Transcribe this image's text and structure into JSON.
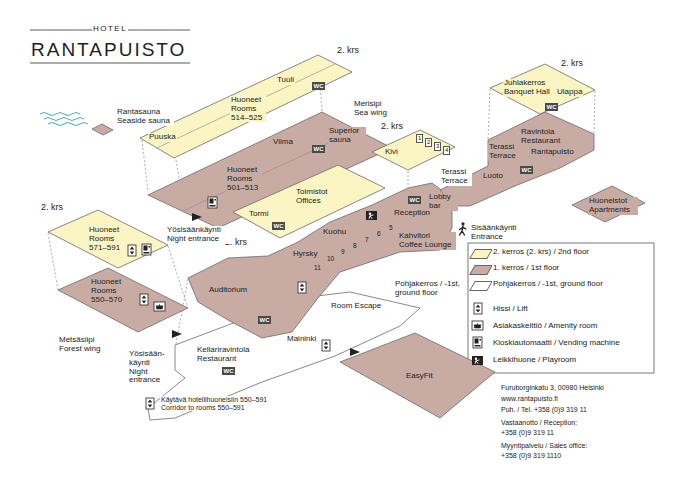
{
  "diagram": {
    "title": "RANTAPUISTO",
    "nodes": [
      {
        "text": [
          "Rantasauna Seaside sauna"
        ]
      },
      {
        "text": [
          "2. krs",
          "Tuuli",
          "Huoneet Rooms 514–525",
          "Puuska"
        ]
      },
      {
        "text": [
          "Merisipi Sea wing",
          "Viima",
          "Superior sauna",
          "Huoneet Rooms 501–513"
        ]
      },
      {
        "text": [
          "2. krs",
          "Toimistot Offices",
          "Tormi"
        ]
      },
      {
        "text": [
          "2. krs",
          "Kivi"
        ]
      },
      {
        "text": [
          "Juhlakerros Banquet Hall",
          "2. krs",
          "Ulappa"
        ]
      },
      {
        "text": [
          "Ravintola Restaurant",
          "Rantapuisto",
          "Terassi Terrace",
          "Luoto",
          "Terassi Terrace"
        ]
      },
      {
        "text": [
          "Huoneistot Apartments"
        ]
      },
      {
        "text": [
          "2. krs",
          "Huoneet Rooms 571–591"
        ]
      },
      {
        "text": [
          "Kuohu",
          "Lobby bar",
          "Reception",
          "Kahvitori Coffee Lounge",
          "Hyrsky",
          "Auditorium"
        ]
      },
      {
        "text": [
          "Huoneet Rooms 550–570",
          "Metsäsiipi Forest wing"
        ]
      },
      {
        "text": [
          "Pohjakerros / -1st, ground floor",
          "Room Escape",
          "Kellariravintola Restaurant",
          "Maininki",
          "Käytävä hotellihuoneisiin 550–591 Corridor to rooms 550–591"
        ]
      },
      {
        "text": [
          "EasyFit"
        ]
      }
    ],
    "labels": [
      "HOTEL",
      "Yösisäänkäynti Night entrance",
      "Yösisään- käynti Night entrance",
      "Sisäänkäynti Entrance",
      "WC",
      "WC",
      "WC",
      "WC",
      "WC",
      "WC",
      "WC",
      "WC",
      "1",
      "2",
      "3",
      "4",
      "5",
      "6",
      "7",
      "8",
      "9",
      "10",
      "11",
      "Furuborginkatu 3, 00980 Helsinki",
      "www.rantapuisto.fi",
      "Puh. / Tel. +358 (0)9 319 11",
      "Vastaanotto / Reception:",
      "+358 (0)9 319 11",
      "Myyntipalvelu / Sales office:",
      "+358 (0)9 319 1110"
    ],
    "legend": [
      {
        "text": "2. kerros (2. krs) / 2nd floor",
        "color": "#faf5c2"
      },
      {
        "text": "1. kerros / 1st floor",
        "color": "#c8aca3"
      },
      {
        "text": "Pohjakerros / -1st, ground floor",
        "color": "#ffffff"
      },
      {
        "text": "Hissi / Lift"
      },
      {
        "text": "Asiakaskeittiö / Amenity room"
      },
      {
        "text": "Kioskiautomaatti / Vending machine"
      },
      {
        "text": "Leikkihuone / Playroom"
      }
    ]
  }
}
